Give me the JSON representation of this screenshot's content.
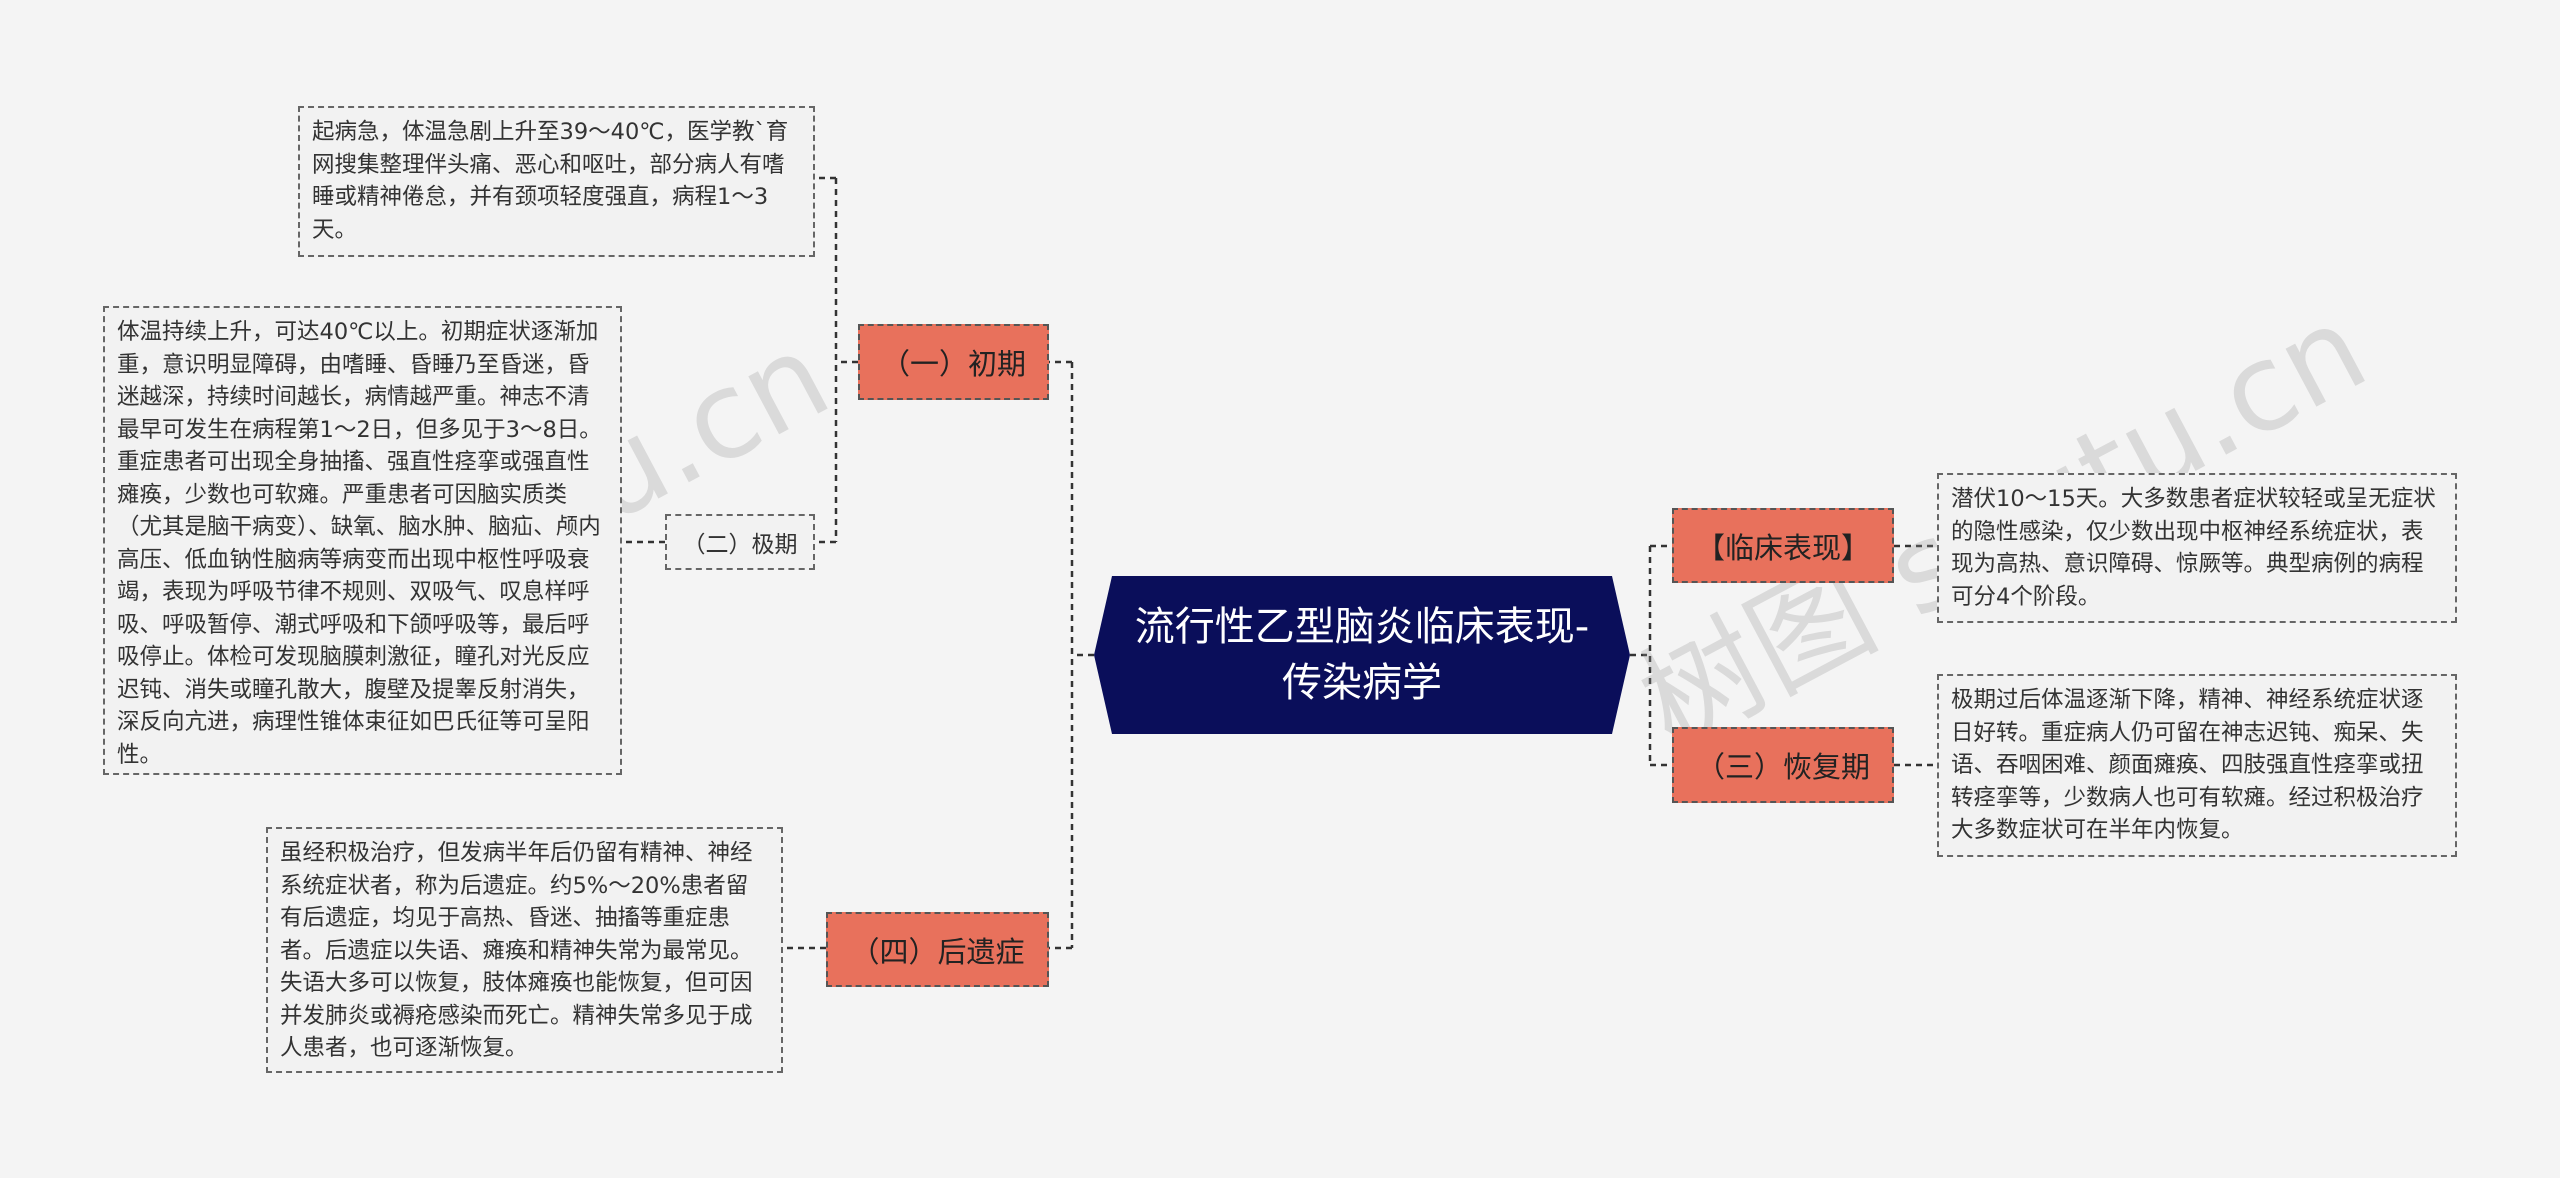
{
  "root": {
    "title": "流行性乙型脑炎临床表现-传染病学",
    "color": "#0a0e5a"
  },
  "branches": {
    "early": "（一）初期",
    "peak": "（二）极期",
    "sequelae": "（四）后遗症",
    "clinical": "【临床表现】",
    "recovery": "（三）恢复期"
  },
  "leaves": {
    "early": "起病急，体温急剧上升至39～40℃，医学教`育网搜集整理伴头痛、恶心和呕吐，部分病人有嗜睡或精神倦怠，并有颈项轻度强直，病程1～3天。",
    "peak": "体温持续上升，可达40℃以上。初期症状逐渐加重，意识明显障碍，由嗜睡、昏睡乃至昏迷，昏迷越深，持续时间越长，病情越严重。神志不清最早可发生在病程第1～2日，但多见于3～8日。重症患者可出现全身抽搐、强直性痉挛或强直性瘫痪，少数也可软瘫。严重患者可因脑实质类（尤其是脑干病变）、缺氧、脑水肿、脑疝、颅内高压、低血钠性脑病等病变而出现中枢性呼吸衰竭，表现为呼吸节律不规则、双吸气、叹息样呼吸、呼吸暂停、潮式呼吸和下颌呼吸等，最后呼吸停止。体检可发现脑膜刺激征，瞳孔对光反应迟钝、消失或瞳孔散大，腹壁及提睾反射消失，深反向亢进，病理性锥体束征如巴氏征等可呈阳性。",
    "sequelae": "虽经积极治疗，但发病半年后仍留有精神、神经系统症状者，称为后遗症。约5%～20%患者留有后遗症，均见于高热、昏迷、抽搐等重症患者。后遗症以失语、瘫痪和精神失常为最常见。失语大多可以恢复，肢体瘫痪也能恢复，但可因并发肺炎或褥疮感染而死亡。精神失常多见于成人患者，也可逐渐恢复。",
    "clinical": "潜伏10～15天。大多数患者症状较轻或呈无症状的隐性感染，仅少数出现中枢神经系统症状，表现为高热、意识障碍、惊厥等。典型病例的病程可分4个阶段。",
    "recovery": "极期过后体温逐渐下降，精神、神经系统症状逐日好转。重症病人仍可留在神志迟钝、痴呆、失语、吞咽困难、颜面瘫痪、四肢强直性痉挛或扭转痉挛等，少数病人也可有软瘫。经过积极治疗大多数症状可在半年内恢复。"
  },
  "watermark": {
    "left": "shutu.cn",
    "right": "树图 shutu.cn"
  },
  "colors": {
    "branch_fill": "#e8715c",
    "leaf_fill": "#f2f2f2",
    "connector": "#333333"
  }
}
